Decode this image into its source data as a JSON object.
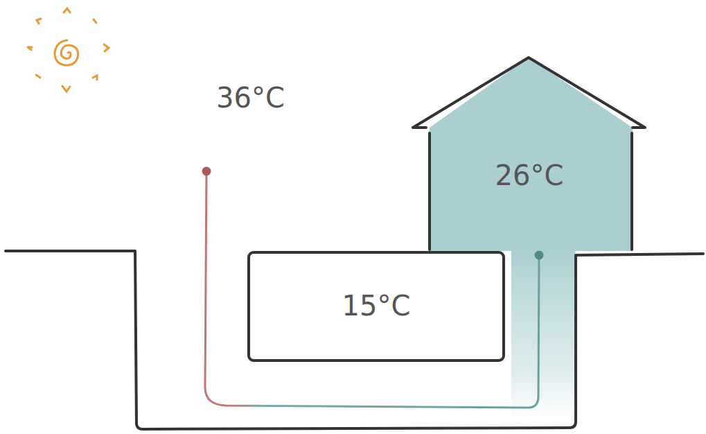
{
  "diagram": {
    "nodes": [
      {
        "text": [
          "26°C"
        ]
      },
      {
        "text": [
          "15°C"
        ]
      }
    ],
    "labels": [
      "36°C"
    ]
  }
}
